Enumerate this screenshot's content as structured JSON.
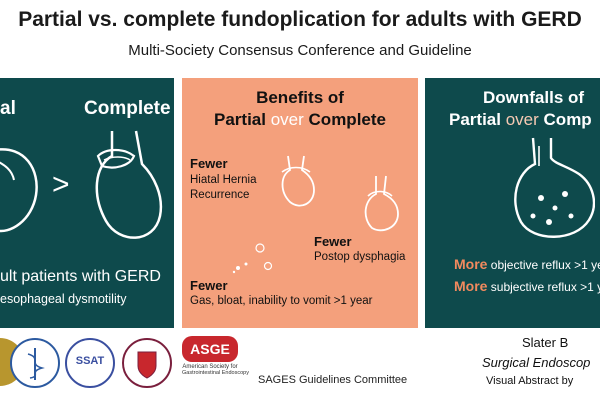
{
  "header": {
    "title": "Partial vs. complete fundoplication for adults with GERD",
    "subtitle": "Multi-Society Consensus Conference and Guideline"
  },
  "left_panel": {
    "label_partial": "al",
    "label_complete": "Complete",
    "comparison": ">",
    "population": "ult patients with GERD",
    "population_sub": "esophageal dysmotility"
  },
  "middle_panel": {
    "heading_line1": "Benefits of",
    "heading_word_partial": "Partial",
    "heading_word_over": "over",
    "heading_word_complete": "Complete",
    "item1_title": "Fewer",
    "item1_line1": "Hiatal Hernia",
    "item1_line2": "Recurrence",
    "item2_title": "Fewer",
    "item2_line1": "Postop dysphagia",
    "item3_title": "Fewer",
    "item3_line1": "Gas, bloat, inability to vomit >1 year"
  },
  "right_panel": {
    "heading_line1": "Downfalls of",
    "heading_word_partial": "Partial",
    "heading_word_over": "over",
    "heading_word_complete": "Comp",
    "item1_bold": "More",
    "item1_text": "objective reflux >1 ye",
    "item2_bold": "More",
    "item2_text": "subjective reflux >1 y"
  },
  "footer": {
    "committee": "SAGES Guidelines Committee",
    "asge_name": "ASGE",
    "asge_line1": "American Society for",
    "asge_line2": "Gastrointestinal Endoscopy",
    "ssat": "SSAT",
    "author": "Slater B",
    "journal": "Surgical Endoscop",
    "credit": "Visual Abstract by"
  },
  "colors": {
    "teal": "#0e4a4c",
    "salmon": "#f4a07c",
    "accent_light": "#f6c9b3",
    "accent_orange": "#f28a5e",
    "asge_red": "#c8272d"
  }
}
